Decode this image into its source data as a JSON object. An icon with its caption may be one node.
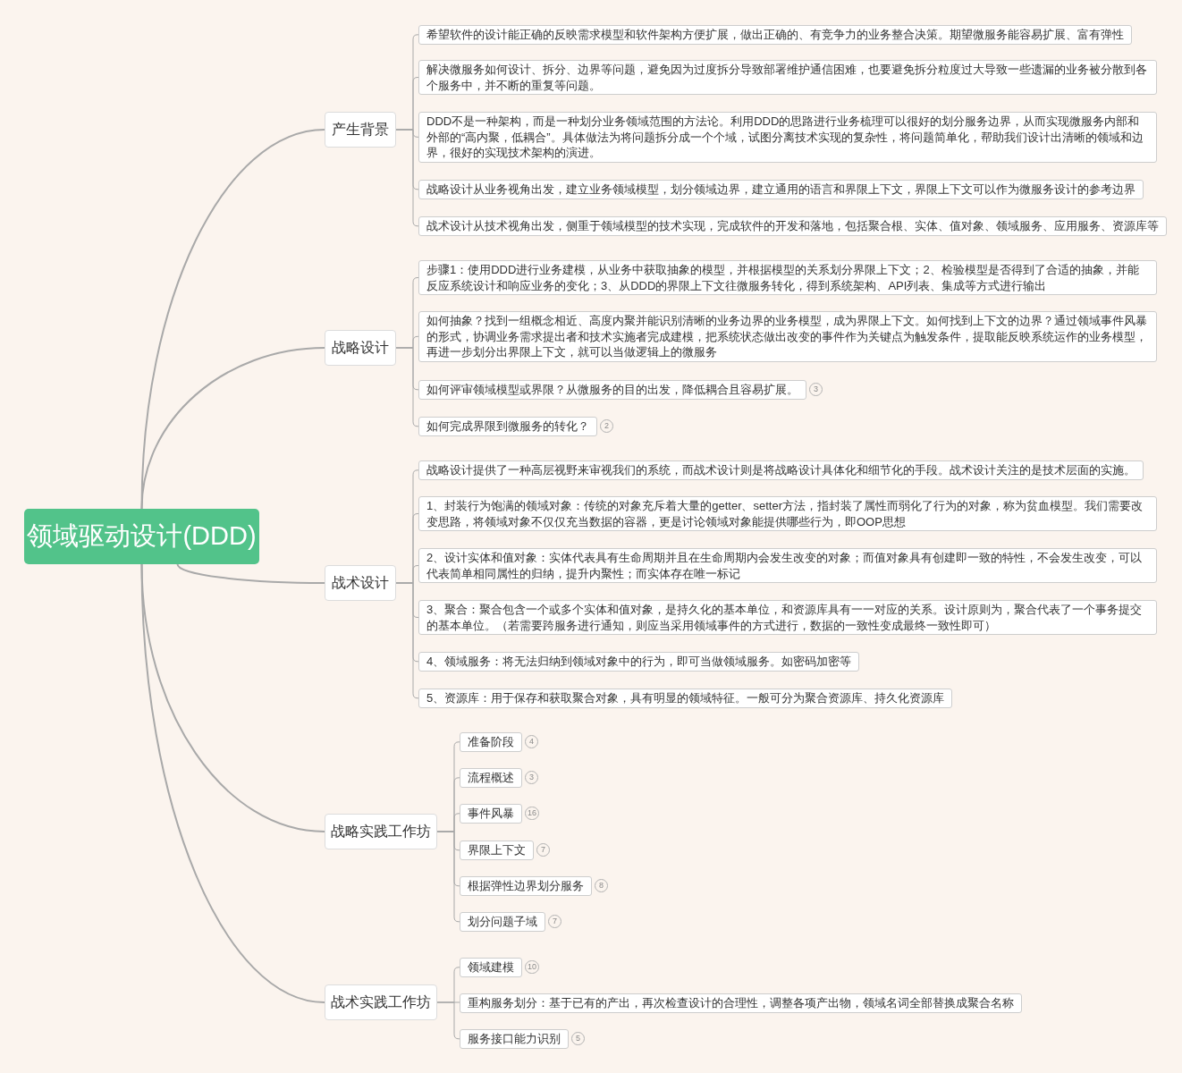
{
  "diagram": {
    "nodes": [
      {
        "text": [
          "领域驱动设计(DDD)"
        ]
      },
      {
        "text": [
          "产生背景"
        ]
      },
      {
        "text": [
          "希望软件的设计能正确的反映需求模型和软件架构方便扩展，做出正确的、有竞争力的业务整合决策。期望微服务能容易扩展、富有弹性"
        ]
      },
      {
        "text": [
          "解决微服务如何设计、拆分、边界等问题，避免因为过度拆分导致部署维护通信困难，也要避免拆分粒度过大导致一些遗漏的业务被分散到各个服务中，并不断的重复等问题。"
        ]
      },
      {
        "text": [
          "DDD不是一种架构，而是一种划分业务领域范围的方法论。利用DDD的思路进行业务梳理可以很好的划分服务边界，从而实现微服务内部和外部的“高内聚，低耦合”。具体做法为将问题拆分成一个个域，试图分离技术实现的复杂性，将问题简单化，帮助我们设计出清晰的领域和边界，很好的实现技术架构的演进。"
        ]
      },
      {
        "text": [
          "战略设计从业务视角出发，建立业务领域模型，划分领域边界，建立通用的语言和界限上下文，界限上下文可以作为微服务设计的参考边界"
        ]
      },
      {
        "text": [
          "战术设计从技术视角出发，侧重于领域模型的技术实现，完成软件的开发和落地，包括聚合根、实体、值对象、领域服务、应用服务、资源库等"
        ]
      },
      {
        "text": [
          "战略设计"
        ]
      },
      {
        "text": [
          "步骤1：使用DDD进行业务建模，从业务中获取抽象的模型，并根据模型的关系划分界限上下文；2、检验模型是否得到了合适的抽象，并能反应系统设计和响应业务的变化；3、从DDD的界限上下文往微服务转化，得到系统架构、API列表、集成等方式进行输出"
        ]
      },
      {
        "text": [
          "如何抽象？找到一组概念相近、高度内聚并能识别清晰的业务边界的业务模型，成为界限上下文。如何找到上下文的边界？通过领域事件风暴的形式，协调业务需求提出者和技术实施者完成建模，把系统状态做出改变的事件作为关键点为触发条件，提取能反映系统运作的业务模型，再进一步划分出界限上下文，就可以当做逻辑上的微服务"
        ]
      },
      {
        "text": [
          "如何评审领域模型或界限？从微服务的目的出发，降低耦合且容易扩展。"
        ],
        "beside": [
          "3"
        ]
      },
      {
        "text": [
          "如何完成界限到微服务的转化？"
        ],
        "beside": [
          "2"
        ]
      },
      {
        "text": [
          "战术设计"
        ]
      },
      {
        "text": [
          "战略设计提供了一种高层视野来审视我们的系统，而战术设计则是将战略设计具体化和细节化的手段。战术设计关注的是技术层面的实施。"
        ]
      },
      {
        "text": [
          "1、封装行为饱满的领域对象：传统的对象充斥着大量的getter、setter方法，指封装了属性而弱化了行为的对象，称为贫血模型。我们需要改变思路，将领域对象不仅仅充当数据的容器，更是讨论领域对象能提供哪些行为，即OOP思想"
        ]
      },
      {
        "text": [
          "2、设计实体和值对象：实体代表具有生命周期并且在生命周期内会发生改变的对象；而值对象具有创建即一致的特性，不会发生改变，可以代表简单相同属性的归纳，提升内聚性；而实体存在唯一标记"
        ]
      },
      {
        "text": [
          "3、聚合：聚合包含一个或多个实体和值对象，是持久化的基本单位，和资源库具有一一对应的关系。设计原则为，聚合代表了一个事务提交的基本单位。（若需要跨服务进行通知，则应当采用领域事件的方式进行，数据的一致性变成最终一致性即可）"
        ]
      },
      {
        "text": [
          "4、领域服务：将无法归纳到领域对象中的行为，即可当做领域服务。如密码加密等"
        ]
      },
      {
        "text": [
          "5、资源库：用于保存和获取聚合对象，具有明显的领域特征。一般可分为聚合资源库、持久化资源库"
        ]
      },
      {
        "text": [
          "战略实践工作坊"
        ]
      },
      {
        "text": [
          "准备阶段"
        ],
        "beside": [
          "4"
        ]
      },
      {
        "text": [
          "流程概述"
        ],
        "beside": [
          "3"
        ]
      },
      {
        "text": [
          "事件风暴"
        ],
        "beside": [
          "16"
        ]
      },
      {
        "text": [
          "界限上下文"
        ],
        "beside": [
          "7"
        ]
      },
      {
        "text": [
          "根据弹性边界划分服务"
        ],
        "beside": [
          "8"
        ]
      },
      {
        "text": [
          "划分问题子域"
        ],
        "beside": [
          "7"
        ]
      },
      {
        "text": [
          "战术实践工作坊"
        ]
      },
      {
        "text": [
          "领域建模"
        ],
        "beside": [
          "10"
        ]
      },
      {
        "text": [
          "重构服务划分：基于已有的产出，再次检查设计的合理性，调整各项产出物，领域名词全部替换成聚合名称"
        ]
      },
      {
        "text": [
          "服务接口能力识别"
        ],
        "beside": [
          "5"
        ]
      }
    ],
    "edges": [
      {
        "from": 0,
        "to": 1,
        "arrow": "none"
      },
      {
        "from": 0,
        "to": 7,
        "arrow": "none"
      },
      {
        "from": 0,
        "to": 12,
        "arrow": "none"
      },
      {
        "from": 0,
        "to": 19,
        "arrow": "none"
      },
      {
        "from": 0,
        "to": 26,
        "arrow": "none"
      },
      {
        "from": 1,
        "to": 2,
        "arrow": "none"
      },
      {
        "from": 1,
        "to": 3,
        "arrow": "none"
      },
      {
        "from": 1,
        "to": 4,
        "arrow": "none"
      },
      {
        "from": 1,
        "to": 5,
        "arrow": "none"
      },
      {
        "from": 1,
        "to": 6,
        "arrow": "none"
      },
      {
        "from": 7,
        "to": 8,
        "arrow": "none"
      },
      {
        "from": 7,
        "to": 9,
        "arrow": "none"
      },
      {
        "from": 7,
        "to": 10,
        "arrow": "none"
      },
      {
        "from": 7,
        "to": 11,
        "arrow": "none"
      },
      {
        "from": 12,
        "to": 13,
        "arrow": "none"
      },
      {
        "from": 12,
        "to": 14,
        "arrow": "none"
      },
      {
        "from": 12,
        "to": 15,
        "arrow": "none"
      },
      {
        "from": 12,
        "to": 16,
        "arrow": "none"
      },
      {
        "from": 12,
        "to": 17,
        "arrow": "none"
      },
      {
        "from": 12,
        "to": 18,
        "arrow": "none"
      },
      {
        "from": 19,
        "to": 20,
        "arrow": "none"
      },
      {
        "from": 19,
        "to": 21,
        "arrow": "none"
      },
      {
        "from": 19,
        "to": 22,
        "arrow": "none"
      },
      {
        "from": 19,
        "to": 23,
        "arrow": "none"
      },
      {
        "from": 19,
        "to": 24,
        "arrow": "none"
      },
      {
        "from": 19,
        "to": 25,
        "arrow": "none"
      },
      {
        "from": 26,
        "to": 27,
        "arrow": "none"
      },
      {
        "from": 26,
        "to": 28,
        "arrow": "none"
      },
      {
        "from": 26,
        "to": 29,
        "arrow": "none"
      }
    ]
  }
}
